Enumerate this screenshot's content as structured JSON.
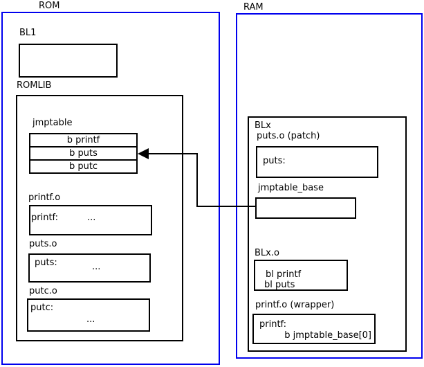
{
  "colors": {
    "region_border": "#0000ee",
    "box_border": "#000000",
    "background": "#ffffff"
  },
  "rom": {
    "label": "ROM",
    "bl1": {
      "label": "BL1"
    },
    "romlib": {
      "label": "ROMLIB",
      "jmptable": {
        "label": "jmptable",
        "rows": [
          "b printf",
          "b puts",
          "b putc"
        ]
      },
      "objects": [
        {
          "label": "printf.o",
          "symbol": "printf:",
          "ellipsis": "..."
        },
        {
          "label": "puts.o",
          "symbol": "puts:",
          "ellipsis": "..."
        },
        {
          "label": "putc.o",
          "symbol": "putc:",
          "ellipsis": "..."
        }
      ]
    }
  },
  "ram": {
    "label": "RAM",
    "blx": {
      "label": "BLx",
      "puts_patch": {
        "label": "puts.o (patch)",
        "symbol": "puts:"
      },
      "jmptable_base": {
        "label": "jmptable_base"
      },
      "blx_o": {
        "label": "BLx.o",
        "lines": [
          "bl printf",
          "bl puts"
        ]
      },
      "printf_wrapper": {
        "label": "printf.o (wrapper)",
        "symbol": "printf:",
        "body": "b jmptable_base[0]"
      }
    }
  },
  "arrow": {
    "source": "jmptable_base",
    "target": "jmptable row b puts"
  }
}
